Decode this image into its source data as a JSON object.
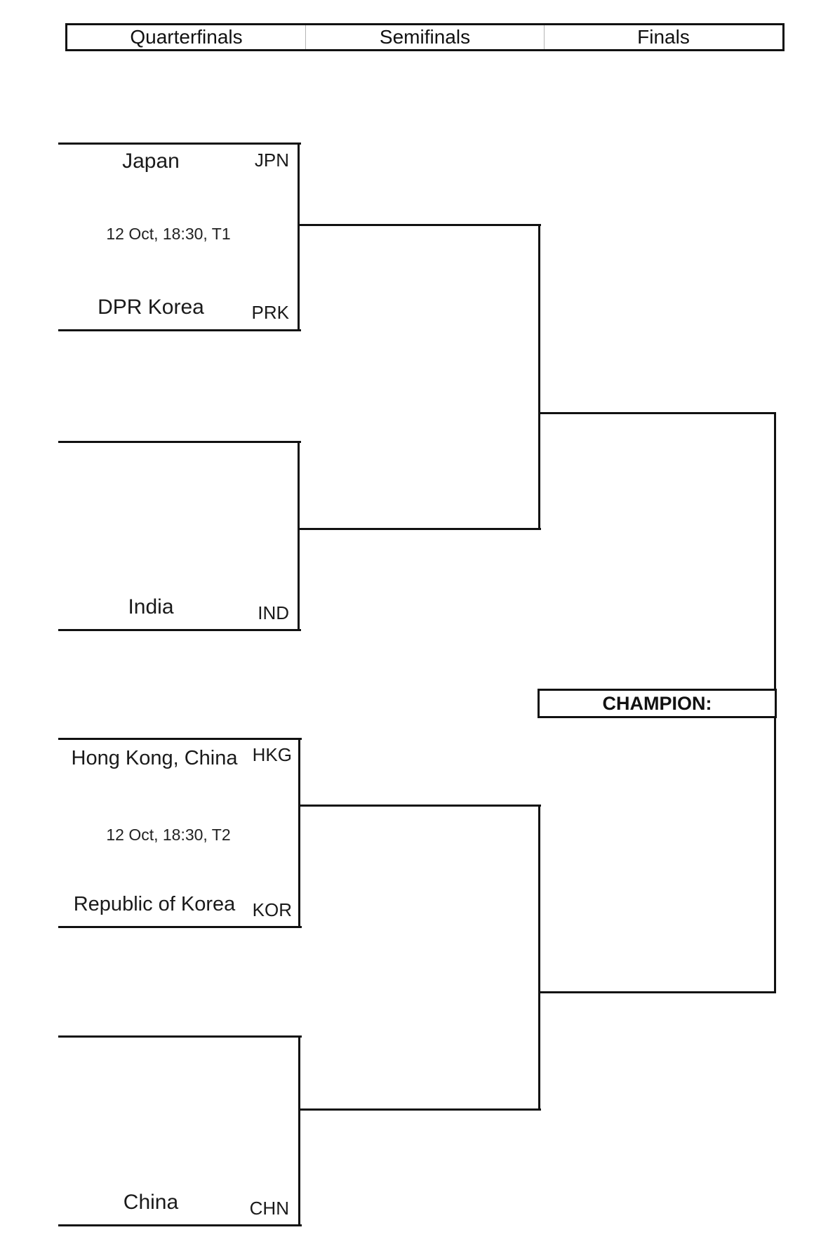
{
  "header": {
    "quarterfinals": "Quarterfinals",
    "semifinals": "Semifinals",
    "finals": "Finals"
  },
  "bracket": {
    "qf1": {
      "top_team": "Japan",
      "top_code": "JPN",
      "schedule": "12 Oct, 18:30, T1",
      "bottom_team": "DPR Korea",
      "bottom_code": "PRK"
    },
    "qf2": {
      "bottom_team": "India",
      "bottom_code": "IND"
    },
    "qf3": {
      "top_team": "Hong Kong, China",
      "top_code": "HKG",
      "schedule": "12 Oct, 18:30, T2",
      "bottom_team": "Republic of Korea",
      "bottom_code": "KOR"
    },
    "qf4": {
      "bottom_team": "China",
      "bottom_code": "CHN"
    }
  },
  "finals": {
    "champion_label": "CHAMPION:"
  },
  "colors": {
    "line": "#111111",
    "text": "#1a1a1a",
    "background": "#ffffff"
  }
}
